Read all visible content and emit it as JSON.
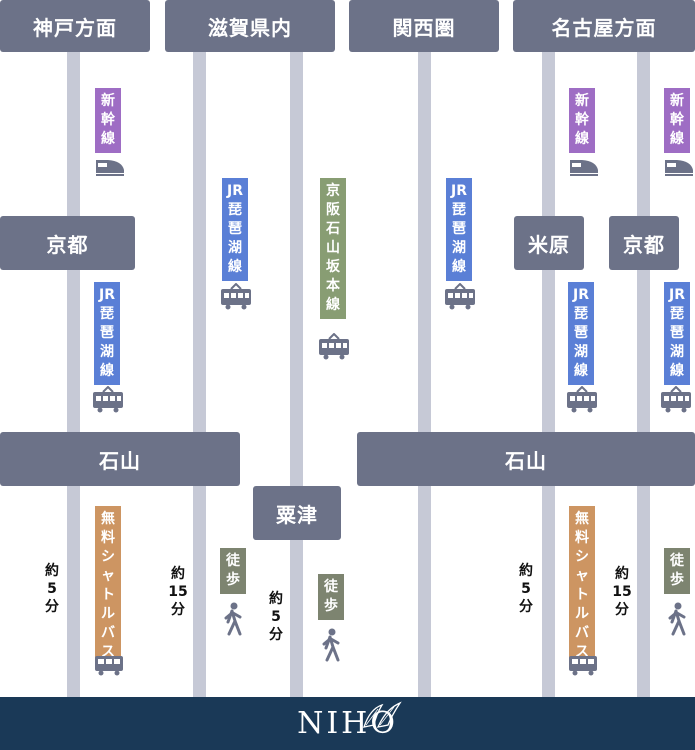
{
  "headers": {
    "kobe": "神戸方面",
    "shiga": "滋賀県内",
    "kansai": "関西圏",
    "nagoya": "名古屋方面"
  },
  "stations": {
    "kyoto_left": "京都",
    "maibara": "米原",
    "kyoto_right": "京都",
    "ishiyama_left": "石山",
    "ishiyama_right": "石山",
    "kusatsu": "粟津"
  },
  "labels": {
    "shinkansen": [
      "新",
      "幹",
      "線"
    ],
    "jr_biwako": [
      "JR",
      "琵",
      "琶",
      "湖",
      "線"
    ],
    "keihan": [
      "京",
      "阪",
      "石",
      "山",
      "坂",
      "本",
      "線"
    ],
    "shuttle_bus": [
      "無",
      "料",
      "シ",
      "ャ",
      "ト",
      "ル",
      "バ",
      "ス"
    ],
    "walk": [
      "徒",
      "歩"
    ]
  },
  "times": {
    "five": [
      "約",
      "5",
      "分"
    ],
    "fifteen": [
      "約",
      "15",
      "分"
    ]
  },
  "colors": {
    "station_box": "#6c7288",
    "shinkansen": "#9e6dc4",
    "jr": "#5a7fd6",
    "keihan": "#889d73",
    "bus": "#cd9562",
    "walk": "#7d8470",
    "footer": "#1a3957"
  },
  "footer": {
    "logo": "NIHO"
  }
}
